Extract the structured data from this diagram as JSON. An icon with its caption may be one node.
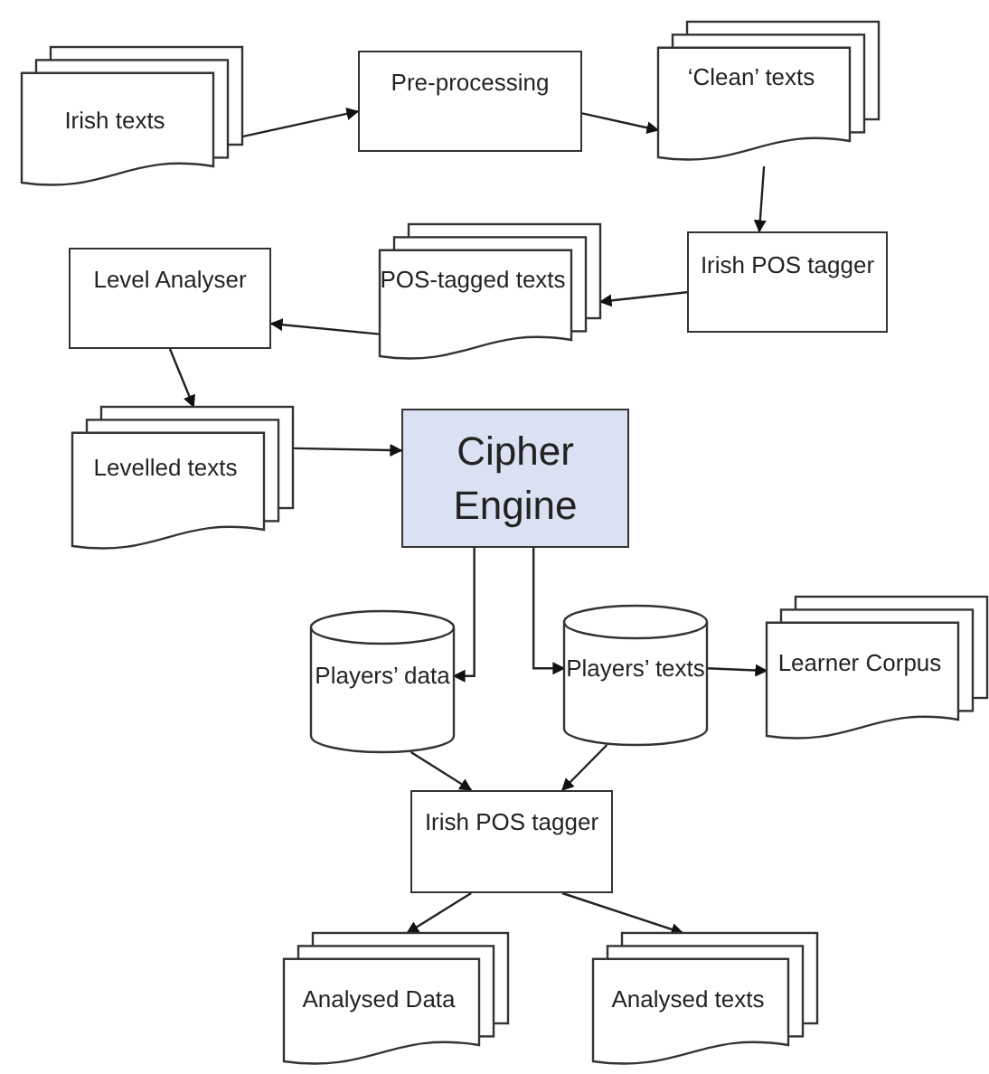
{
  "diagram": {
    "nodes": [
      {
        "text": [
          "Irish texts"
        ]
      },
      {
        "text": [
          "Pre-processing"
        ]
      },
      {
        "text": [
          "‘Clean’ texts"
        ]
      },
      {
        "text": [
          "Irish POS tagger"
        ]
      },
      {
        "text": [
          "POS-tagged texts"
        ]
      },
      {
        "text": [
          "Level Analyser"
        ]
      },
      {
        "text": [
          "Levelled texts"
        ]
      },
      {
        "text": [
          "Cipher Engine"
        ]
      },
      {
        "text": [
          "Players’ data"
        ]
      },
      {
        "text": [
          "Players’ texts"
        ]
      },
      {
        "text": [
          "Learner Corpus"
        ]
      },
      {
        "text": [
          "Irish POS tagger"
        ]
      },
      {
        "text": [
          "Analysed Data"
        ]
      },
      {
        "text": [
          "Analysed texts"
        ]
      }
    ],
    "edges": [
      {
        "from": 0,
        "to": 1,
        "arrow": "to"
      },
      {
        "from": 1,
        "to": 2,
        "arrow": "to"
      },
      {
        "from": 2,
        "to": 3,
        "arrow": "to"
      },
      {
        "from": 3,
        "to": 4,
        "arrow": "to"
      },
      {
        "from": 4,
        "to": 5,
        "arrow": "to"
      },
      {
        "from": 5,
        "to": 6,
        "arrow": "to"
      },
      {
        "from": 6,
        "to": 7,
        "arrow": "to"
      },
      {
        "from": 7,
        "to": 8,
        "arrow": "to"
      },
      {
        "from": 7,
        "to": 9,
        "arrow": "to"
      },
      {
        "from": 9,
        "to": 10,
        "arrow": "to"
      },
      {
        "from": 8,
        "to": 11,
        "arrow": "to"
      },
      {
        "from": 9,
        "to": 11,
        "arrow": "to"
      },
      {
        "from": 11,
        "to": 12,
        "arrow": "to"
      },
      {
        "from": 11,
        "to": 13,
        "arrow": "to"
      }
    ]
  }
}
